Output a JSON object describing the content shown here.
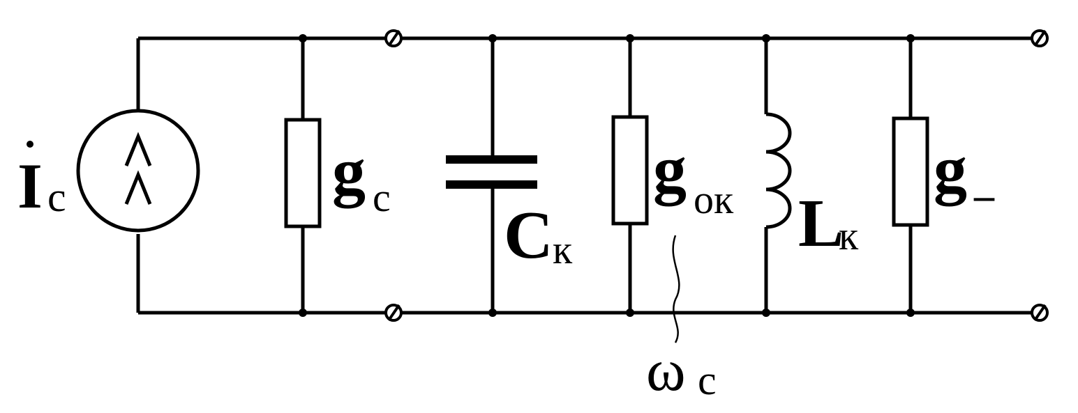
{
  "colors": {
    "line": "#000000",
    "background": "#ffffff"
  },
  "labels": {
    "source_main": "I",
    "source_sub": "c",
    "gc_main": "g",
    "gc_sub": "c",
    "ck_main": "C",
    "ck_sub": "к",
    "gok_main": "g",
    "gok_sub": "ок",
    "lk_main": "L",
    "lk_sub": "к",
    "gminus_main": "g",
    "gminus_sub": "–",
    "omega_main": "ω",
    "omega_sub": "c"
  },
  "icons": {
    "current_source": "current-source-icon",
    "resistor": "resistor-icon",
    "capacitor": "capacitor-icon",
    "inductor": "inductor-icon",
    "terminal": "terminal-icon",
    "junction": "junction-dot-icon"
  }
}
